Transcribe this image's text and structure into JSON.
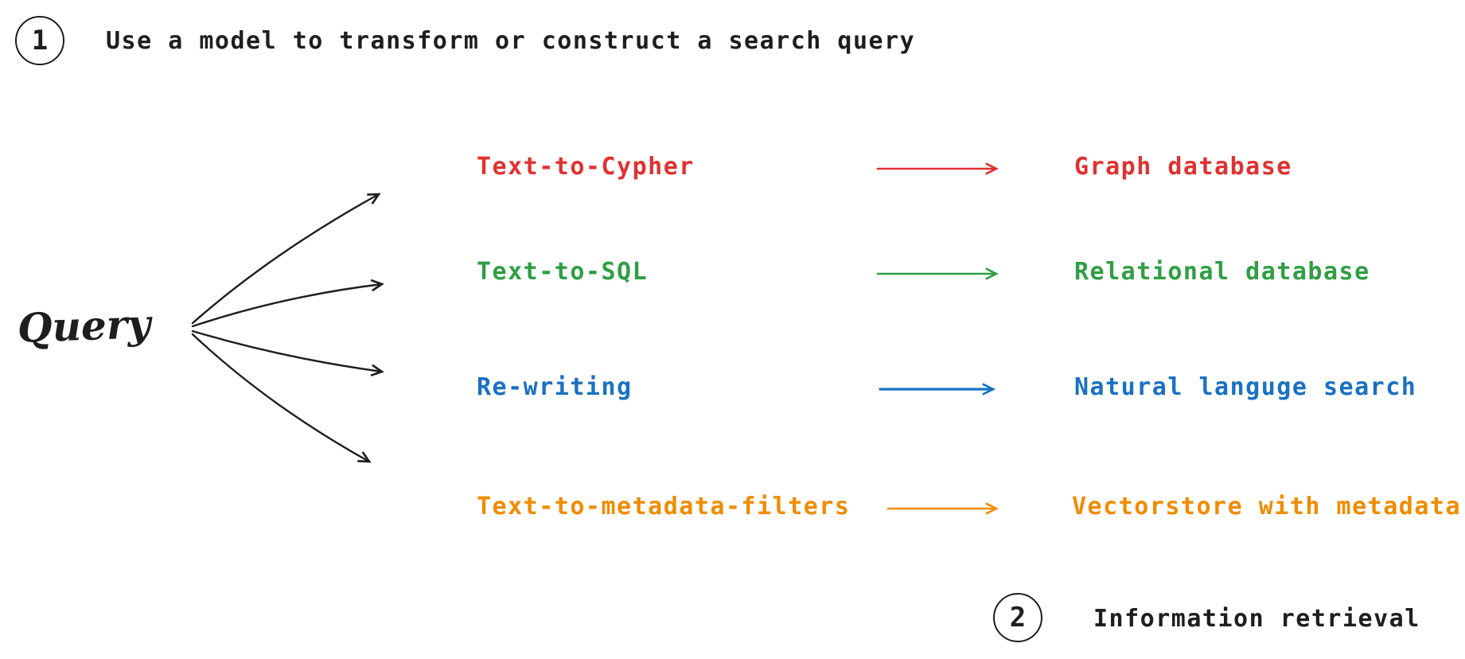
{
  "steps": {
    "step1": {
      "number": "1",
      "label": "Use a model to transform or construct a search query"
    },
    "step2": {
      "number": "2",
      "label": "Information retrieval"
    }
  },
  "query_label": "Query",
  "rows": [
    {
      "technique": "Text-to-Cypher",
      "target": "Graph database",
      "color": "#e03131"
    },
    {
      "technique": "Text-to-SQL",
      "target": "Relational database",
      "color": "#2f9e44"
    },
    {
      "technique": "Re-writing",
      "target": "Natural languge search",
      "color": "#1971c2"
    },
    {
      "technique": "Text-to-metadata-filters",
      "target": "Vectorstore with metadata",
      "color": "#f08c00"
    }
  ],
  "colors": {
    "ink": "#1e1e1e"
  }
}
